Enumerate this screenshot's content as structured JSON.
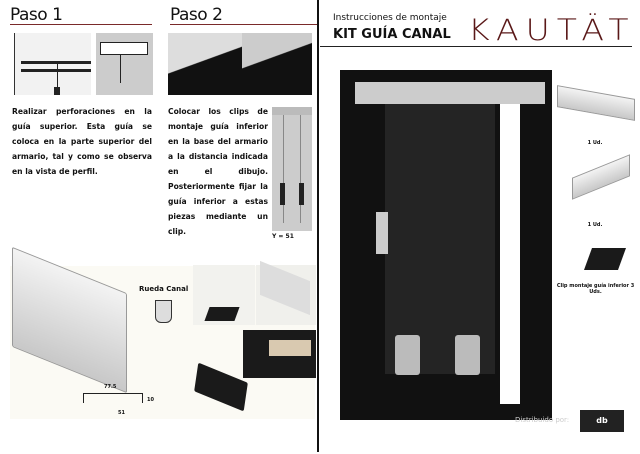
{
  "step1": {
    "title": "Paso 1",
    "text": "Realizar perforaciones en la guía superior. Esta guía se coloca en la parte superior del armario, tal y como se observa en la vista de perfil."
  },
  "step2": {
    "title": "Paso 2",
    "text": "Colocar los clips de montaje guía inferior en la base del armario a la distancia indicada en el dibujo. Posteriormente fijar la guía inferior a estas piezas mediante un clip.",
    "dimension": "Y = 51"
  },
  "profile": {
    "wheel_label": "Rueda Canal",
    "width": "77.5",
    "height": "10",
    "inner": "51"
  },
  "header": {
    "subtitle": "Instrucciones de montaje",
    "title": "KIT GUÍA CANAL",
    "brand": "KAUTÄT"
  },
  "parts": [
    {
      "qty": "1 Ud."
    },
    {
      "qty": "1 Ud."
    },
    {
      "qty": "Clip montaje guía inferior 3 Uds."
    }
  ],
  "footer": {
    "distributed": "Distribuido por:",
    "logo": "db GROUP"
  }
}
